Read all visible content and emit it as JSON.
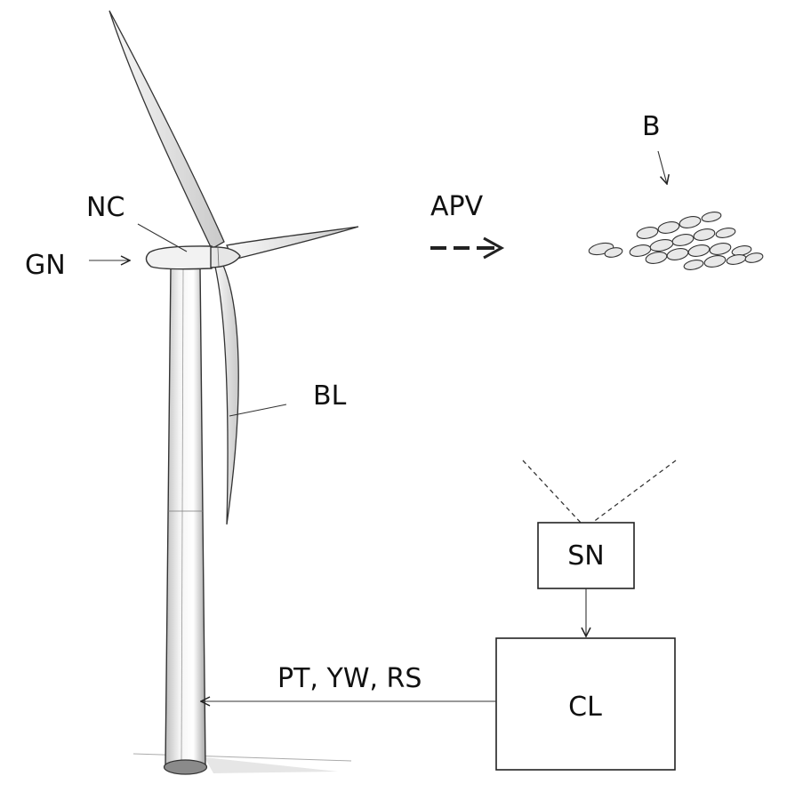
{
  "labels": {
    "nacelle": "NC",
    "generator": "GN",
    "blade": "BL",
    "approach_velocity": "APV",
    "birds": "B",
    "sensor": "SN",
    "controller": "CL",
    "control_signals": "PT, YW, RS"
  }
}
